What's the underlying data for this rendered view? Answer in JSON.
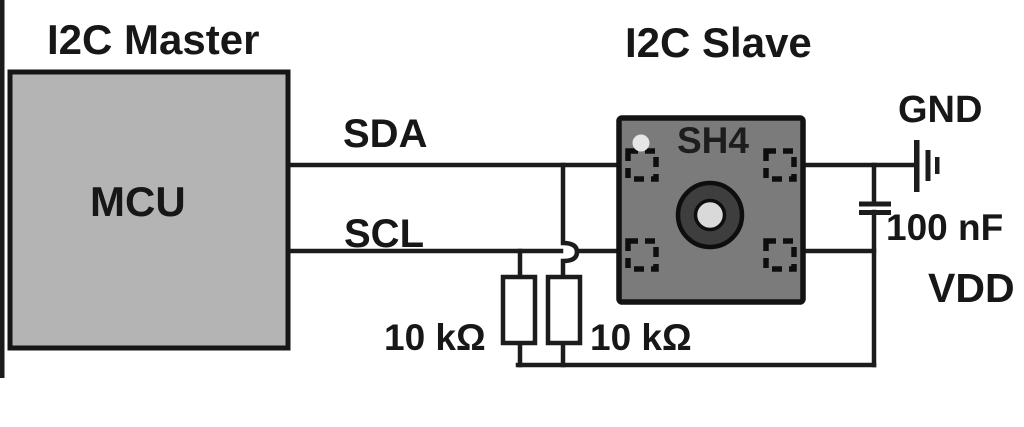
{
  "figure": {
    "type": "circuit-diagram",
    "description_labels": {
      "master_title": "I2C Master",
      "slave_title": "I2C Slave"
    }
  },
  "labels": {
    "master_title": "I2C Master",
    "slave_title": "I2C Slave",
    "mcu": "MCU",
    "chip": "SH4",
    "sda": "SDA",
    "scl": "SCL",
    "pullup_left": "10 kΩ",
    "pullup_right": "10 kΩ",
    "gnd": "GND",
    "cap_value": "100 nF",
    "vdd": "VDD"
  },
  "colors": {
    "background": "#ffffff",
    "wire": "#1c1c1c",
    "mcu_fill": "#b4b4b4",
    "mcu_border": "#161616",
    "chip_fill": "#7b7b7b",
    "chip_border": "#131313",
    "chip_center_outer": "#3e3e3e",
    "chip_center_inner": "#d9d9d9",
    "pin1_dot": "#e6e6e6",
    "resistor_fill": "#ffffff",
    "text": "#171717"
  }
}
